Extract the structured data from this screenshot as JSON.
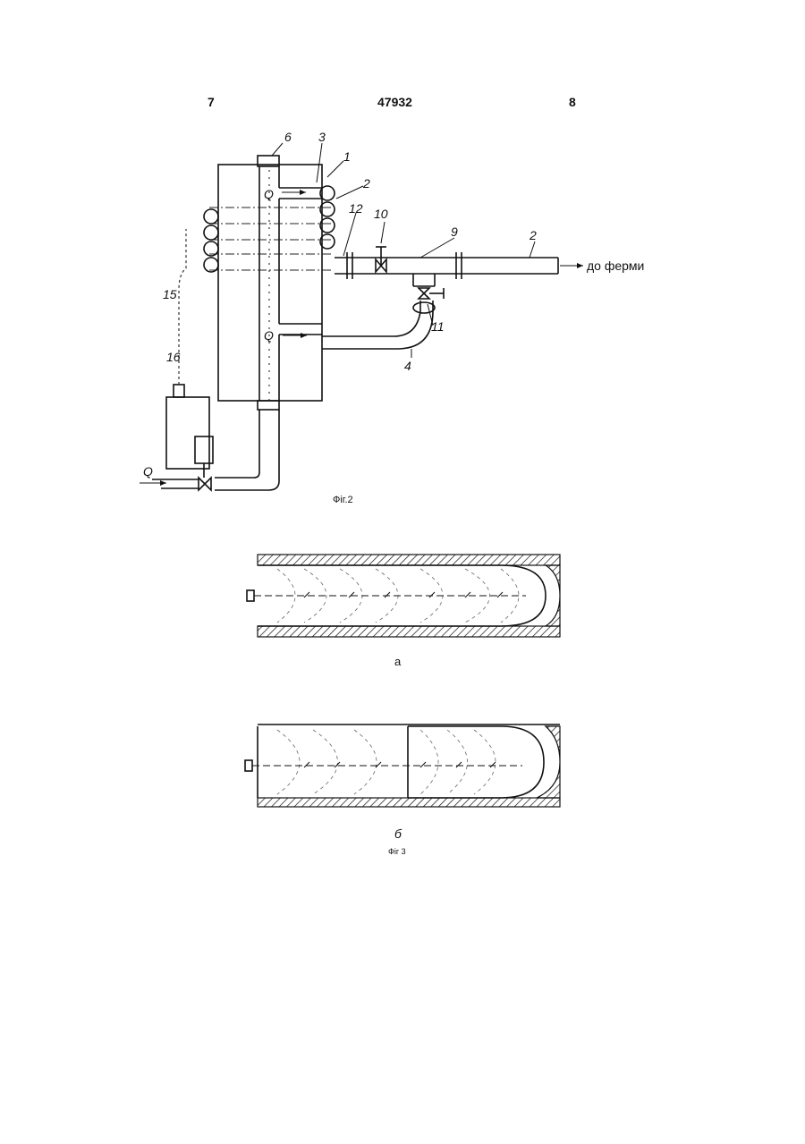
{
  "header": {
    "page_left": "7",
    "patent_number": "47932",
    "page_right": "8"
  },
  "figure2": {
    "caption": "Фіг.2",
    "flow_symbol": "Q",
    "outlet_text": "до ферми",
    "labels": {
      "l1": "1",
      "l2": "2",
      "l2b": "2",
      "l3": "3",
      "l4": "4",
      "l6": "6",
      "l9": "9",
      "l10": "10",
      "l11": "11",
      "l12": "12",
      "l15": "15",
      "l16": "16"
    }
  },
  "figure3": {
    "caption": "Фіг 3",
    "sub_a": "а",
    "sub_b": "б"
  }
}
